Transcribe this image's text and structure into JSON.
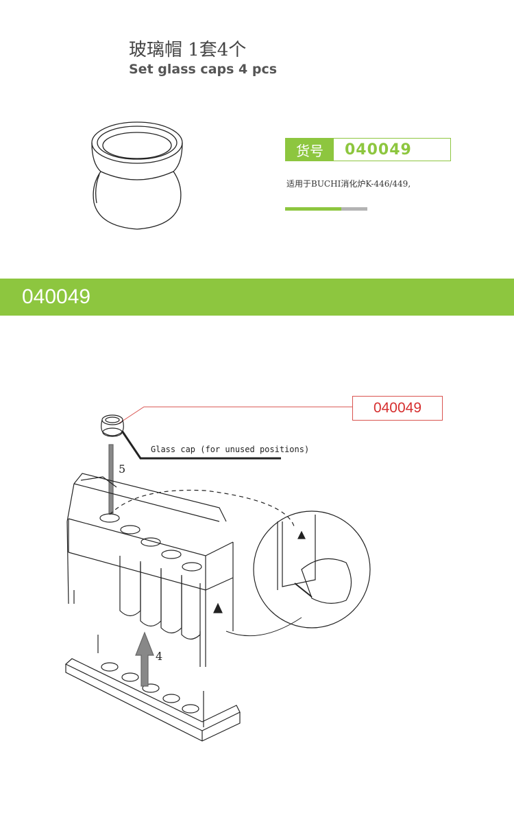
{
  "header": {
    "title_cn": "玻璃帽 1套4个",
    "title_en": "Set glass caps 4 pcs"
  },
  "product": {
    "code_label": "货号",
    "code": "040049",
    "applies_to": "适用于BUCHI消化炉K-446/449,"
  },
  "banner": {
    "code": "040049"
  },
  "diagram": {
    "callout_code": "040049",
    "caption": "Glass cap (for unused positions)",
    "step_5": "5",
    "step_4": "4"
  },
  "colors": {
    "accent": "#8dc63f",
    "accent_gray": "#b3b3b3",
    "callout_red": "#d62f2f"
  }
}
